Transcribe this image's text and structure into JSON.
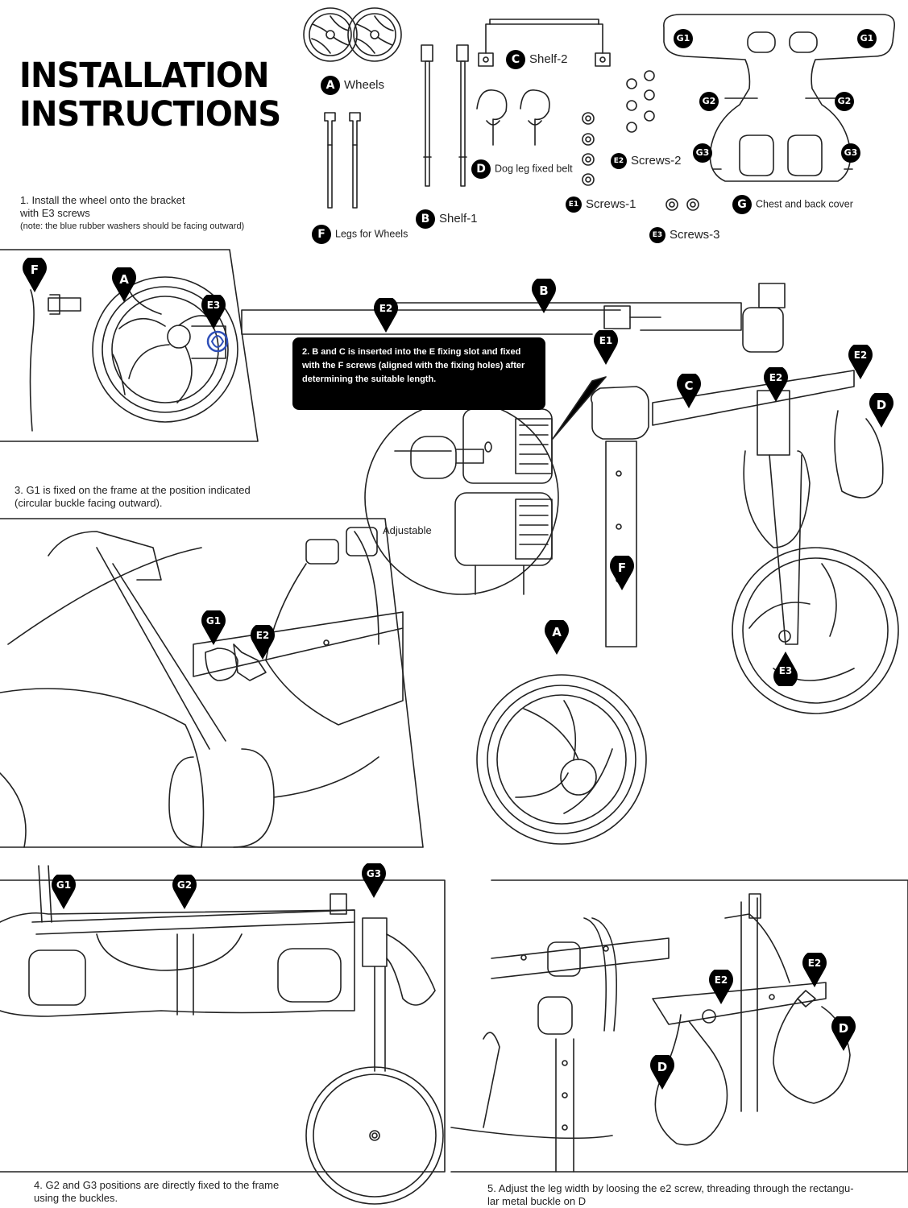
{
  "title": {
    "line1": "INSTALLATION",
    "line2": "INSTRUCTIONS"
  },
  "parts": [
    {
      "code": "A",
      "name": "Wheels"
    },
    {
      "code": "B",
      "name": "Shelf-1"
    },
    {
      "code": "C",
      "name": "Shelf-2"
    },
    {
      "code": "D",
      "name": "Dog leg fixed belt"
    },
    {
      "code": "E1",
      "name": "Screws-1"
    },
    {
      "code": "E2",
      "name": "Screws-2"
    },
    {
      "code": "E3",
      "name": "Screws-3"
    },
    {
      "code": "F",
      "name": "Legs for Wheels"
    },
    {
      "code": "G",
      "name": "Chest and back cover"
    },
    {
      "code": "G1",
      "name": "G1"
    },
    {
      "code": "G2",
      "name": "G2"
    },
    {
      "code": "G3",
      "name": "G3"
    }
  ],
  "steps": {
    "s1_line1": "1. Install the wheel onto the bracket",
    "s1_line2": "with E3 screws",
    "s1_note": "(note: the blue rubber washers should be facing outward)",
    "s2": "2. B and C  is inserted into the E fixing slot and fixed with the F screws (aligned with the fixing holes) after determining the suitable length.",
    "s3_line1": "3. G1 is fixed on the frame at the position indicated",
    "s3_line2": "(circular buckle facing outward).",
    "s4_line1": "4. G2 and G3 positions are directly fixed to the frame",
    "s4_line2": "using the buckles.",
    "s5_line1": "5. Adjust the leg width by loosing the e2 screw, threading through the rectangu-",
    "s5_line2": "lar metal buckle on D"
  },
  "adjustable_label": "Adjustable",
  "markers": {
    "F": "F",
    "A": "A",
    "E3": "E3",
    "E2": "E2",
    "B": "B",
    "E1": "E1",
    "C": "C",
    "D": "D",
    "G1": "G1",
    "G2": "G2",
    "G3": "G3"
  },
  "colors": {
    "line": "#222222",
    "marker": "#000000",
    "washer": "#2f4fb8"
  }
}
